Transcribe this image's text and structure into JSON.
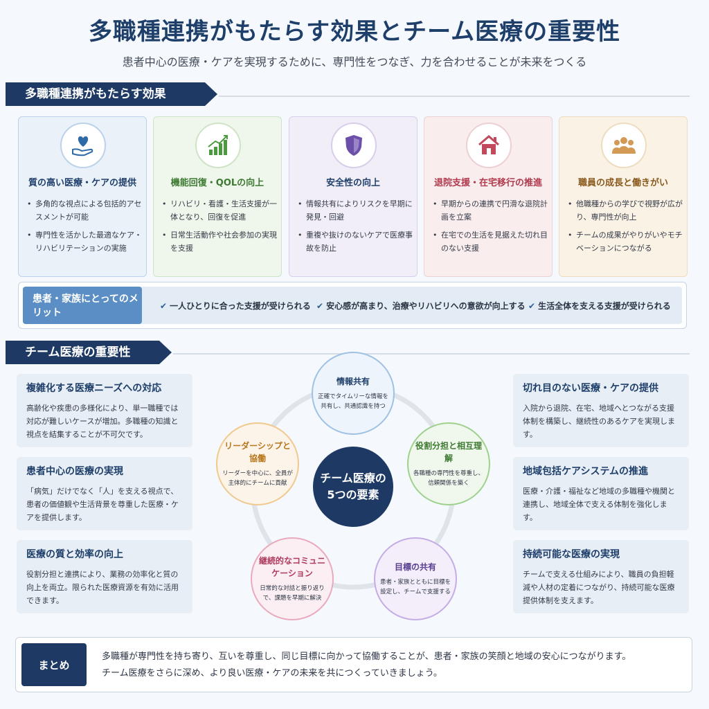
{
  "title": "多職種連携がもたらす効果とチーム医療の重要性",
  "subtitle": "患者中心の医療・ケアを実現するために、専門性をつなぎ、力を合わせることが未来をつくる",
  "section1": {
    "label": "多職種連携がもたらす効果"
  },
  "cards": [
    {
      "title": "質の高い医療・ケアの提供",
      "icon": "heart-hand-icon",
      "color": "#2f6aa8",
      "items": [
        "多角的な視点による包括的アセスメントが可能",
        "専門性を活かした最適なケア・リハビリテーションの実施"
      ]
    },
    {
      "title": "機能回復・QOLの向上",
      "icon": "growth-chart-icon",
      "color": "#4c9a3f",
      "items": [
        "リハビリ・看護・生活支援が一体となり、回復を促進",
        "日常生活動作や社会参加の実現を支援"
      ]
    },
    {
      "title": "安全性の向上",
      "icon": "shield-icon",
      "color": "#6b4fa8",
      "items": [
        "情報共有によりリスクを早期に発見・回避",
        "重複や抜けのないケアで医療事故を防止"
      ]
    },
    {
      "title": "退院支援・在宅移行の推進",
      "icon": "house-icon",
      "color": "#c2485b",
      "items": [
        "早期からの連携で円滑な退院計画を立案",
        "在宅での生活を見据えた切れ目のない支援"
      ]
    },
    {
      "title": "職員の成長と働きがい",
      "icon": "people-icon",
      "color": "#b7752b",
      "items": [
        "他職種からの学びで視野が広がり、専門性が向上",
        "チームの成果がやりがいやモチベーションにつながる"
      ]
    }
  ],
  "benefits": {
    "label": "患者・家族にとってのメリット",
    "items": [
      "一人ひとりに合った支援が受けられる",
      "安心感が高まり、治療やリハビリへの意欲が向上する",
      "生活全体を支える支援が受けられる"
    ]
  },
  "section2": {
    "label": "チーム医療の重要性"
  },
  "importance_left": [
    {
      "title": "複雑化する医療ニーズへの対応",
      "text": "高齢化や疾患の多様化により、単一職種では対応が難しいケースが増加。多職種の知識と視点を結集することが不可欠です。"
    },
    {
      "title": "患者中心の医療の実現",
      "text": "「病気」だけでなく「人」を支える視点で、患者の価値観や生活背景を尊重した医療・ケアを提供します。"
    },
    {
      "title": "医療の質と効率の向上",
      "text": "役割分担と連携により、業務の効率化と質の向上を両立。限られた医療資源を有効に活用できます。"
    }
  ],
  "importance_right": [
    {
      "title": "切れ目のない医療・ケアの提供",
      "text": "入院から退院、在宅、地域へとつながる支援体制を構築し、継続性のあるケアを実現します。"
    },
    {
      "title": "地域包括ケアシステムの推進",
      "text": "医療・介護・福祉など地域の多職種や機関と連携し、地域全体で支える体制を強化します。"
    },
    {
      "title": "持続可能な医療の実現",
      "text": "チームで支える仕組みにより、職員の負担軽減や人材の定着につながり、持続可能な医療提供体制を支えます。"
    }
  ],
  "diagram": {
    "center_line1": "チーム医療の",
    "center_line2": "5つの要素",
    "elements": [
      {
        "title": "情報共有",
        "desc": "正確でタイムリーな情報を共有し、共通認識を持つ",
        "color": "#5b8ec4"
      },
      {
        "title": "役割分担と相互理解",
        "desc": "各職種の専門性を尊重し、信頼関係を築く",
        "color": "#5aa64a"
      },
      {
        "title": "目標の共有",
        "desc": "患者・家族とともに目標を設定し、チームで支援する",
        "color": "#8a66c0"
      },
      {
        "title": "継続的なコミュニケーション",
        "desc": "日常的な対話と振り返りで、課題を早期に解決",
        "color": "#d0587a"
      },
      {
        "title": "リーダーシップと協働",
        "desc": "リーダーを中心に、全員が主体的にチームに貢献",
        "color": "#d9962f"
      }
    ]
  },
  "summary": {
    "label": "まとめ",
    "line1": "多職種が専門性を持ち寄り、互いを尊重し、同じ目標に向かって協働することが、患者・家族の笑顔と地域の安心につながります。",
    "line2": "チーム医療をさらに深め、より良い医療・ケアの未来を共につくっていきましょう。"
  }
}
